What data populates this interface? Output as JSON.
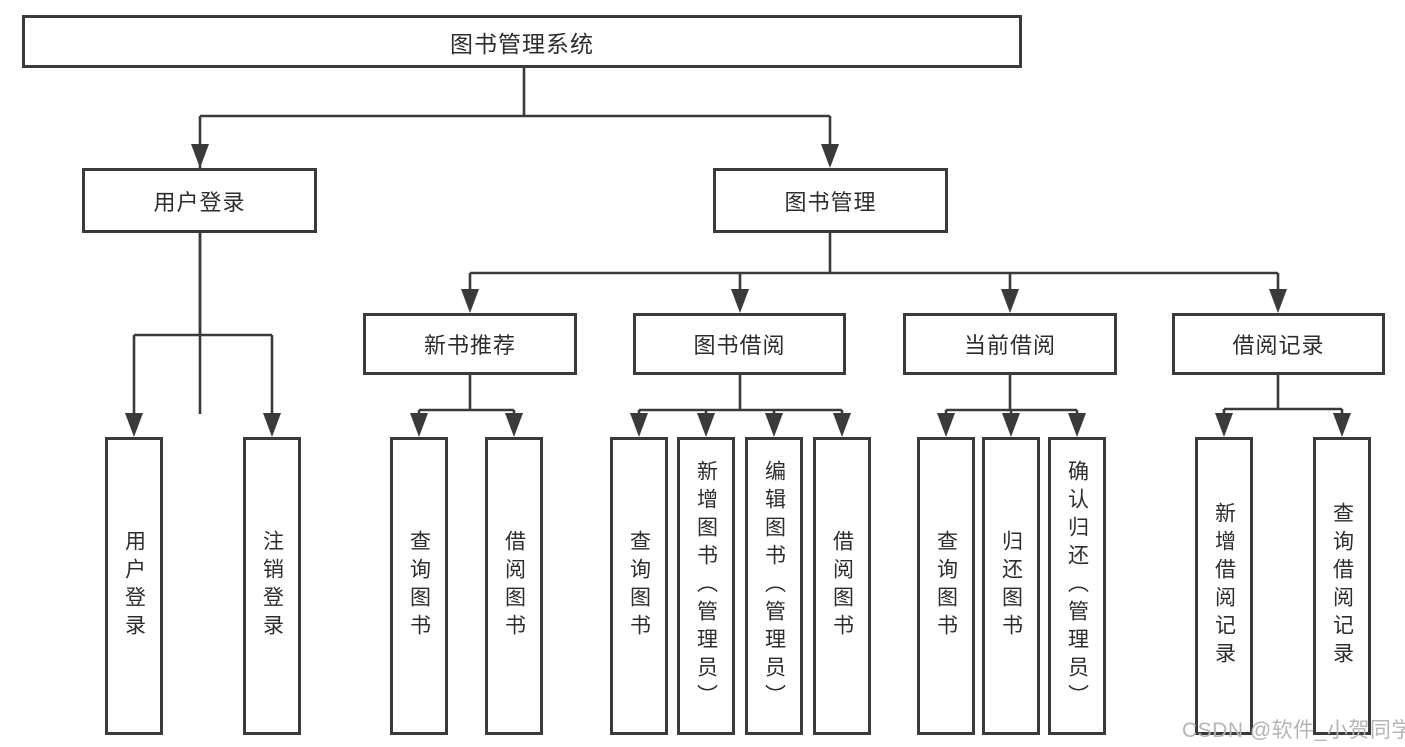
{
  "diagram": {
    "title": "图书管理系统",
    "colors": {
      "line": "#3a3a3a",
      "text": "#2d2d2d",
      "background": "#ffffff",
      "watermark": "#b5b5b5"
    },
    "tree": {
      "label": "图书管理系统",
      "children": [
        {
          "label": "用户登录",
          "children": [
            {
              "label": "用户登录"
            },
            {
              "label": "注销登录"
            }
          ]
        },
        {
          "label": "图书管理",
          "children": [
            {
              "label": "新书推荐",
              "children": [
                {
                  "label": "查询图书"
                },
                {
                  "label": "借阅图书"
                }
              ]
            },
            {
              "label": "图书借阅",
              "children": [
                {
                  "label": "查询图书"
                },
                {
                  "label": "新增图书（管理员）"
                },
                {
                  "label": "编辑图书（管理员）"
                },
                {
                  "label": "借阅图书"
                }
              ]
            },
            {
              "label": "当前借阅",
              "children": [
                {
                  "label": "查询图书"
                },
                {
                  "label": "归还图书"
                },
                {
                  "label": "确认归还（管理员）"
                }
              ]
            },
            {
              "label": "借阅记录",
              "children": [
                {
                  "label": "新增借阅记录"
                },
                {
                  "label": "查询借阅记录"
                }
              ]
            }
          ]
        }
      ]
    },
    "watermark": "CSDN @软件_小贺同学"
  }
}
